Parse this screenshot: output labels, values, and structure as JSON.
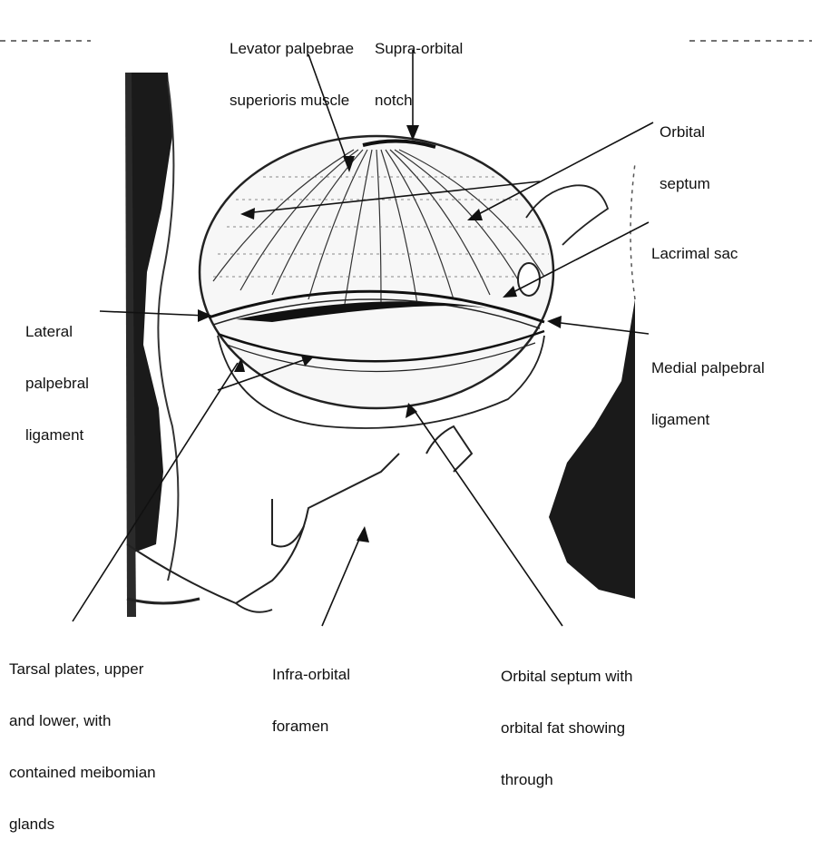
{
  "labels": {
    "levator": [
      "Levator palpebrae",
      "superioris muscle"
    ],
    "supraorbital": [
      "Supra-orbital",
      "notch"
    ],
    "orbital_septum": [
      "Orbital",
      "septum"
    ],
    "lacrimal": [
      "Lacrimal sac"
    ],
    "lateral": [
      "Lateral",
      "palpebral",
      "ligament"
    ],
    "medial": [
      "Medial palpebral",
      "ligament"
    ],
    "tarsal": [
      "Tarsal plates, upper",
      "and lower, with",
      "contained meibomian",
      "glands"
    ],
    "infraorbital": [
      "Infra-orbital",
      "foramen"
    ],
    "septum_fat": [
      "Orbital septum with",
      "orbital fat showing",
      "through"
    ]
  },
  "colors": {
    "ink": "#111111",
    "paper": "#ffffff",
    "shade": "#1a1a1a"
  }
}
